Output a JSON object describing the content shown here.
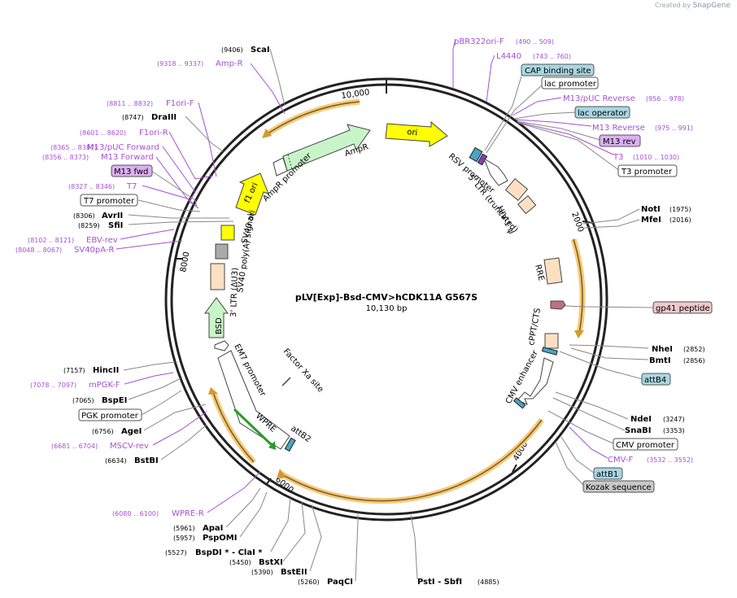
{
  "watermark": {
    "created_by": "Created by",
    "brand": "SnapGene"
  },
  "plasmid": {
    "name": "pLV[Exp]-Bsd-CMV>hCDK11A G567S",
    "size_label": "10,130 bp"
  },
  "ticks": {
    "t10000": "10,000",
    "t2000": "2000",
    "t4000": "4000",
    "t6000": "6000",
    "t8000": "8000"
  },
  "features": {
    "ori": "ori",
    "ampr": "AmpR",
    "ampr_promoter": "AmpR promoter",
    "f1_ori": "f1 ori",
    "sv40_ori": "SV40 ori",
    "sv40_polya": "SV40 poly(A) signal",
    "ltr3": "3' LTR (ΔU3)",
    "bsd": "BSD",
    "em7": "EM7 promoter",
    "wpre": "WPRE",
    "attb2": "attB2",
    "factor_xa": "Factor Xa site",
    "rsv": "RSV promoter",
    "ltr5": "5' LTR (truncated)",
    "hiv": "HIV-1 ψ",
    "rre": "RRE",
    "cppt": "cPPT/CTS",
    "cmv_enh": "CMV enhancer"
  },
  "right_labels": [
    {
      "id": "pbr",
      "text": "pBR322ori-F",
      "range": "(490 .. 509)"
    },
    {
      "id": "l4440",
      "text": "L4440",
      "range": "(743 .. 760)"
    },
    {
      "id": "cap",
      "text": "CAP binding site",
      "range": ""
    },
    {
      "id": "lacp",
      "text": "lac promoter",
      "range": ""
    },
    {
      "id": "m13puc",
      "text": "M13/pUC Reverse",
      "range": "(956 .. 978)"
    },
    {
      "id": "lacop",
      "text": "lac operator",
      "range": ""
    },
    {
      "id": "m13r",
      "text": "M13 Reverse",
      "range": "(975 .. 991)"
    },
    {
      "id": "m13rev",
      "text": "M13 rev",
      "range": ""
    },
    {
      "id": "t3",
      "text": "T3",
      "range": "(1010 .. 1030)"
    },
    {
      "id": "t3p",
      "text": "T3 promoter",
      "range": ""
    },
    {
      "id": "noti",
      "text": "NotI",
      "range": "(1975)"
    },
    {
      "id": "mfei",
      "text": "MfeI",
      "range": "(2016)"
    },
    {
      "id": "gp41",
      "text": "gp41 peptide",
      "range": ""
    },
    {
      "id": "nhei",
      "text": "NheI",
      "range": "(2852)"
    },
    {
      "id": "bmti",
      "text": "BmtI",
      "range": "(2856)"
    },
    {
      "id": "attb4",
      "text": "attB4",
      "range": ""
    },
    {
      "id": "ndei",
      "text": "NdeI",
      "range": "(3247)"
    },
    {
      "id": "snabi",
      "text": "SnaBI",
      "range": "(3353)"
    },
    {
      "id": "cmvp",
      "text": "CMV promoter",
      "range": ""
    },
    {
      "id": "cmvf",
      "text": "CMV-F",
      "range": "(3532 .. 3552)"
    },
    {
      "id": "attb1",
      "text": "attB1",
      "range": ""
    },
    {
      "id": "kozak",
      "text": "Kozak sequence",
      "range": ""
    }
  ],
  "left_labels": [
    {
      "id": "scai",
      "text": "ScaI",
      "range": "(9406)"
    },
    {
      "id": "ampr_r",
      "text": "Amp-R",
      "range": "(9318 .. 9337)"
    },
    {
      "id": "f1ori_f",
      "text": "F1ori-F",
      "range": "(8811 .. 8832)"
    },
    {
      "id": "draiii",
      "text": "DraIII",
      "range": "(8747)"
    },
    {
      "id": "f1ori_r",
      "text": "F1ori-R",
      "range": "(8601 .. 8620)"
    },
    {
      "id": "m13puc_f",
      "text": "M13/pUC Forward",
      "range": "(8365 .. 8387)"
    },
    {
      "id": "m13f",
      "text": "M13 Forward",
      "range": "(8356 .. 8373)"
    },
    {
      "id": "m13fwd",
      "text": "M13 fwd",
      "range": ""
    },
    {
      "id": "t7",
      "text": "T7",
      "range": "(8327 .. 8346)"
    },
    {
      "id": "t7p",
      "text": "T7 promoter",
      "range": ""
    },
    {
      "id": "avrii",
      "text": "AvrII",
      "range": "(8306)"
    },
    {
      "id": "sfii",
      "text": "SfiI",
      "range": "(8259)"
    },
    {
      "id": "ebv",
      "text": "EBV-rev",
      "range": "(8102 .. 8121)"
    },
    {
      "id": "sv40pa",
      "text": "SV40pA-R",
      "range": "(8048 .. 8067)"
    },
    {
      "id": "hincii",
      "text": "HincII",
      "range": "(7157)"
    },
    {
      "id": "mpgk",
      "text": "mPGK-F",
      "range": "(7078 .. 7097)"
    },
    {
      "id": "bspei",
      "text": "BspEI",
      "range": "(7065)"
    },
    {
      "id": "pgkp",
      "text": "PGK promoter",
      "range": ""
    },
    {
      "id": "agei",
      "text": "AgeI",
      "range": "(6756)"
    },
    {
      "id": "mscv",
      "text": "MSCV-rev",
      "range": "(6681 .. 6704)"
    },
    {
      "id": "bstbi",
      "text": "BstBI",
      "range": "(6634)"
    },
    {
      "id": "wpre_r",
      "text": "WPRE-R",
      "range": "(6080 .. 6100)"
    },
    {
      "id": "apai",
      "text": "ApaI",
      "range": "(5961)"
    },
    {
      "id": "pspomi",
      "text": "PspOMI",
      "range": "(5957)"
    },
    {
      "id": "bspdi",
      "text": "BspDI * - ClaI *",
      "range": "(5527)"
    },
    {
      "id": "bstxi",
      "text": "BstXI",
      "range": "(5450)"
    },
    {
      "id": "bsteii",
      "text": "BstEII",
      "range": "(5390)"
    },
    {
      "id": "paqci",
      "text": "PaqCI",
      "range": "(5260)"
    },
    {
      "id": "psti",
      "text": "PstI  - SbfI",
      "range": "(4885)"
    }
  ],
  "colors": {
    "primer": "#a64fd6",
    "feature_box": "#a9d7e3",
    "primer_box": "#dcb0f0",
    "gray_box": "#c8c8c8",
    "peptide_box": "#f0c9cd"
  }
}
